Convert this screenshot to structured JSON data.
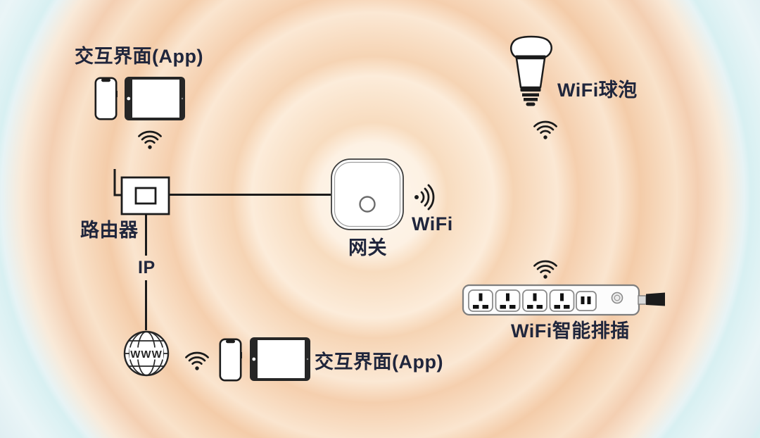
{
  "diagram": {
    "type": "smart-home-wifi-network-topology",
    "labels": {
      "app_interface_top": "交互界面(App)",
      "router": "路由器",
      "ip": "IP",
      "gateway": "网关",
      "wifi": "WiFi",
      "wifi_bulb": "WiFi球泡",
      "wifi_power_strip": "WiFi智能排插",
      "app_interface_bottom": "交互界面(App)",
      "globe_www": "WWW"
    },
    "nodes": [
      {
        "id": "app-top",
        "label": "交互界面(App)",
        "devices": [
          "smartphone",
          "tablet"
        ],
        "link": "wifi"
      },
      {
        "id": "router",
        "label": "路由器"
      },
      {
        "id": "internet",
        "label": "WWW",
        "link_label": "IP"
      },
      {
        "id": "gateway",
        "label": "网关",
        "broadcast": "WiFi"
      },
      {
        "id": "wifi-bulb",
        "label": "WiFi球泡",
        "link": "wifi"
      },
      {
        "id": "wifi-power-strip",
        "label": "WiFi智能排插",
        "link": "wifi"
      },
      {
        "id": "app-bottom",
        "label": "交互界面(App)",
        "devices": [
          "smartphone",
          "tablet"
        ],
        "link": "wifi"
      }
    ],
    "connections": [
      {
        "from": "router",
        "to": "gateway",
        "style": "wired"
      },
      {
        "from": "router",
        "to": "internet",
        "style": "wired",
        "label": "IP"
      },
      {
        "from": "app-top",
        "to": "router",
        "style": "wifi"
      },
      {
        "from": "internet",
        "to": "app-bottom",
        "style": "wifi"
      },
      {
        "from": "gateway",
        "to": "wifi-bulb",
        "style": "wifi"
      },
      {
        "from": "gateway",
        "to": "wifi-power-strip",
        "style": "wifi"
      }
    ],
    "icons": {
      "smartphone": "phone-icon",
      "tablet": "tablet-icon",
      "router": "router-icon",
      "globe": "globe-www-icon",
      "gateway": "gateway-hub-icon",
      "bulb": "light-bulb-icon",
      "power_strip": "power-strip-icon",
      "wifi_fan": "wifi-signal-icon",
      "wifi_side": "wifi-waves-icon"
    },
    "colors": {
      "text": "#20263c",
      "icon_line": "#1b1b1b",
      "ring_peach_dark": "#f4cca9",
      "ring_peach_light": "#fdf1e3",
      "ring_blue": "#e3f0f4",
      "device_fill": "#ffffff",
      "tablet_frame": "#262626"
    }
  }
}
